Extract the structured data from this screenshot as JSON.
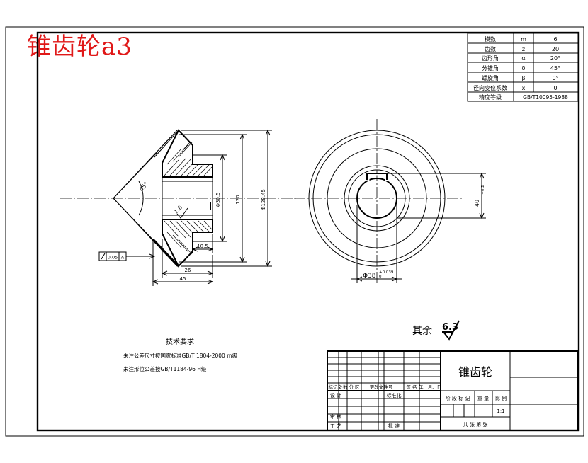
{
  "watermark": "锥齿轮a3",
  "param_table": {
    "rows": [
      {
        "name": "模数",
        "symbol": "m",
        "value": "6"
      },
      {
        "name": "齿数",
        "symbol": "z",
        "value": "20"
      },
      {
        "name": "齿形角",
        "symbol": "α",
        "value": "20°"
      },
      {
        "name": "分锥角",
        "symbol": "δ",
        "value": "45°"
      },
      {
        "name": "螺旋角",
        "symbol": "β",
        "value": "0°"
      },
      {
        "name": "径向变位系数",
        "symbol": "x",
        "value": "0"
      }
    ],
    "precision_label": "精度等级",
    "precision_value": "GB/T10095-1988"
  },
  "dims": {
    "angle": "45°",
    "d_bore": "Φ30.5",
    "d_mid": "120",
    "d_outer": "Φ128.45",
    "roughness_face": "1.6",
    "hub_len": "10.5",
    "len_a": "26",
    "len_b": "45",
    "tol_value": "0.05",
    "tol_ref": "A",
    "key_height": "40",
    "key_tol": "+0.2",
    "bore": "Φ38",
    "bore_tol": "+0.039",
    "bore_tol_low": "0"
  },
  "roughness_other": {
    "label": "其余",
    "value": "6.3"
  },
  "tech_req": {
    "title": "技术要求",
    "line1": "未注公差尺寸按国家标准GB/T 1804-2000 m级",
    "line2": "未注形位公差按GB/T1184-96 H级"
  },
  "title_block": {
    "part_name": "锥齿轮",
    "rev_header": [
      "标记",
      "处数",
      "分 区",
      "更改文件号",
      "签 名",
      "年、月、日"
    ],
    "designer": "设 计",
    "standardization": "标准化",
    "stage_header": [
      "阶 段 标 记",
      "重 量",
      "比 例"
    ],
    "scale": "1:1",
    "reviewer": "审 核",
    "process": "工 艺",
    "approve": "批 准",
    "sheets": "共  张   第  张"
  }
}
